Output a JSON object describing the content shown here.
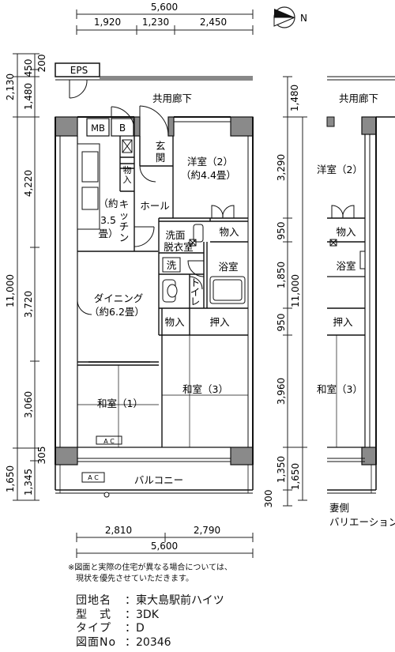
{
  "dimensions": {
    "top_total": "5,600",
    "top_segments": [
      "1,920",
      "1,230",
      "2,450"
    ],
    "left_total": "11,000",
    "left_segments": [
      "200",
      "450",
      "2,130",
      "1,480",
      "4,220",
      "3,720",
      "3,060",
      "305",
      "1,650",
      "1,345"
    ],
    "right_total": "11,000",
    "right_segments": [
      "1,480",
      "3,290",
      "950",
      "1,850",
      "950",
      "3,960",
      "1,350",
      "1,650",
      "300"
    ],
    "bottom_total": "5,600",
    "bottom_segments": [
      "2,810",
      "2,790"
    ]
  },
  "rooms": {
    "eps": "EPS",
    "corridor": "共用廊下",
    "mb": "MB",
    "b": "B",
    "entrance": [
      "玄",
      "関"
    ],
    "storage_small": [
      "物",
      "入"
    ],
    "western_room": "洋室（2）",
    "western_size": "（約4.4畳）",
    "kitchen": [
      "キ",
      "ッ",
      "チ",
      "ン"
    ],
    "kitchen_size": [
      "（約",
      "3.5",
      "畳）"
    ],
    "hall": "ホール",
    "washroom": [
      "洗面",
      "脱衣室"
    ],
    "wash": "洗",
    "storage": "物入",
    "bath": "浴室",
    "toilet": [
      "ト",
      "イ",
      "レ"
    ],
    "dining": "ダイニング",
    "dining_size": "（約6.2畳）",
    "closet": "押入",
    "japanese_1": "和室（1）",
    "japanese_3": "和室（3）",
    "ac": "A C",
    "balcony": "バルコニー"
  },
  "variation": {
    "corridor": "共用廊下",
    "western_room": "洋室（2）",
    "storage": "物入",
    "bath": "浴室",
    "closet": "押入",
    "japanese_3": "和室（3）",
    "caption": [
      "妻側",
      "バリエーション"
    ]
  },
  "compass": "N",
  "note": [
    "※図面と実際の住宅が異なる場合については、",
    "現状を優先させていただきます。"
  ],
  "info": [
    {
      "key": "団地名",
      "value": "東大島駅前ハイツ"
    },
    {
      "key": "型　式",
      "value": "3DK"
    },
    {
      "key": "タイプ",
      "value": "D"
    },
    {
      "key": "図面No",
      "value": "20346"
    }
  ]
}
